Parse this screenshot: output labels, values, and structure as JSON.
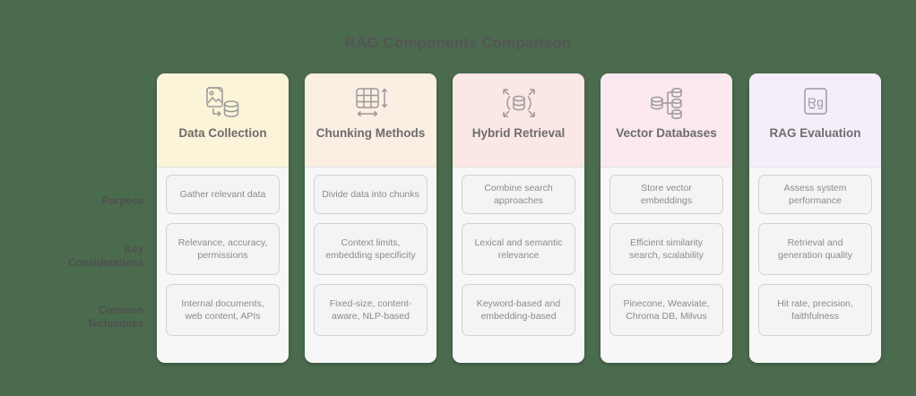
{
  "title": "RAG Components Comparison",
  "background_color": "#4b6b4e",
  "row_labels": [
    {
      "line1": "Purpose",
      "line2": ""
    },
    {
      "line1": "Key",
      "line2": "Considerations"
    },
    {
      "line1": "Common",
      "line2": "Techniques"
    }
  ],
  "columns": [
    {
      "title": "Data Collection",
      "icon": "image-to-database-icon",
      "header_color": "#fbf4d8",
      "cells": [
        "Gather relevant data",
        "Relevance, accuracy, permissions",
        "Internal documents, web content, APIs"
      ]
    },
    {
      "title": "Chunking Methods",
      "icon": "grid-resize-icon",
      "header_color": "#fbeee2",
      "cells": [
        "Divide data into chunks",
        "Context limits, embedding specificity",
        "Fixed-size, content-aware, NLP-based"
      ]
    },
    {
      "title": "Hybrid Retrieval",
      "icon": "database-expand-arrows-icon",
      "header_color": "#fbe7e4",
      "cells": [
        "Combine search approaches",
        "Lexical and semantic relevance",
        "Keyword-based and embedding-based"
      ]
    },
    {
      "title": "Vector Databases",
      "icon": "database-tree-icon",
      "header_color": "#fbe8f1",
      "cells": [
        "Store vector embeddings",
        "Efficient similarity search, scalability",
        "Pinecone, Weaviate, Chroma DB, Milvus"
      ]
    },
    {
      "title": "RAG Evaluation",
      "icon": "rg-badge-icon",
      "header_color": "#f6edfa",
      "cells": [
        "Assess system performance",
        "Retrieval and generation quality",
        "Hit rate, precision, faithfulness"
      ]
    }
  ]
}
